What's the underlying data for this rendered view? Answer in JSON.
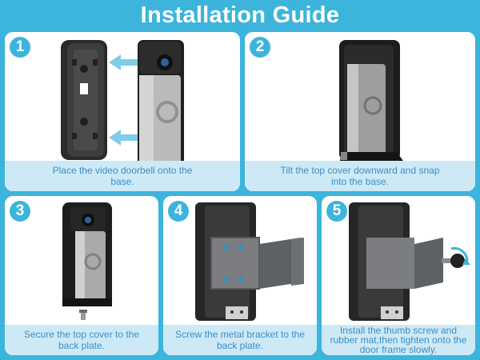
{
  "header": {
    "title": "Installation Guide"
  },
  "colors": {
    "accent": "#3cb4dc",
    "caption_bg": "#cde9f5",
    "caption_text": "#3a8fc8",
    "arrow": "#7fcde8"
  },
  "steps": [
    {
      "number": "1",
      "caption": "Place the video doorbell onto the base."
    },
    {
      "number": "2",
      "caption": "Tilt the top cover downward and snap into the base."
    },
    {
      "number": "3",
      "caption": "Secure the top cover to the back plate."
    },
    {
      "number": "4",
      "caption": "Screw the metal bracket to the back plate."
    },
    {
      "number": "5",
      "caption": "Install the thumb screw and rubber mat,then tighten onto the door frame slowly."
    }
  ]
}
